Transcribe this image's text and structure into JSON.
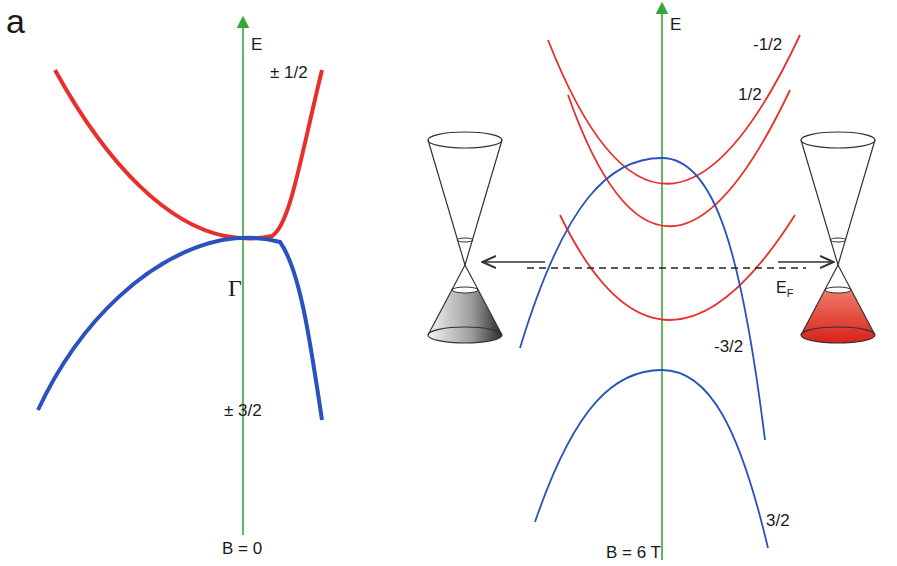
{
  "diagram": {
    "labels": [
      "a",
      "E",
      "± 1/2",
      "Γ",
      "± 3/2",
      "B = 0",
      "E",
      "-1/2",
      "1/2",
      "EF",
      "-3/2",
      "3/2",
      "B = 6 T"
    ]
  }
}
